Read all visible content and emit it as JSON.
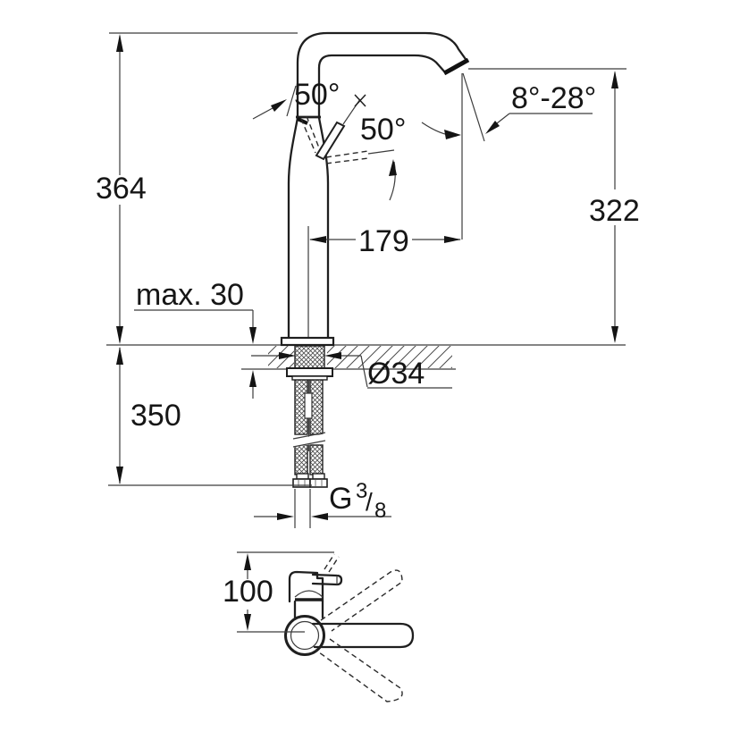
{
  "labels": {
    "total_height": "364",
    "spout_height": "322",
    "spout_reach": "179",
    "handle_angle_left": "50°",
    "handle_angle_right": "50°",
    "aerator_angle": "8°-28°",
    "max_deck_thickness": "max. 30",
    "below_deck_length": "350",
    "hole_diameter": "Ø34",
    "thread_prefix": "G",
    "thread_numerator": "3",
    "thread_slash": "/",
    "thread_denominator": "8",
    "top_view_depth": "100"
  },
  "colors": {
    "line": "#1f1f1f",
    "text": "#161616",
    "background": "#ffffff"
  }
}
